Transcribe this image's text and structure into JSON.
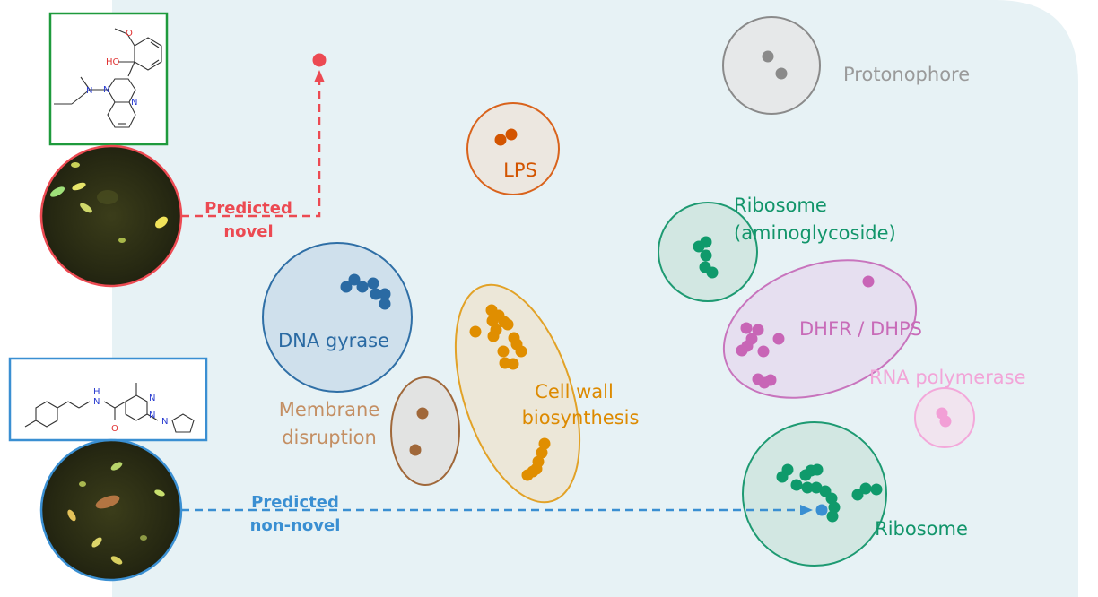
{
  "clusters": [
    {
      "id": "protonophore",
      "label": "Protonophore",
      "color": "#8a8a8a",
      "fill": "#e6e8e9",
      "stroke": "#8a8a8a",
      "label_color": "#9a9a9a"
    },
    {
      "id": "lps",
      "label": "LPS",
      "color": "#d35400",
      "fill": "#ece7e0",
      "stroke": "#d9631c",
      "label_color": "#d35400"
    },
    {
      "id": "ribosome-aminoglycoside",
      "label_lines": [
        "Ribosome",
        "(aminoglycoside)"
      ],
      "color": "#0f9a6b",
      "fill": "#d2e7e2",
      "stroke": "#1e9a72",
      "label_color": "#12956a"
    },
    {
      "id": "dna-gyrase",
      "label": "DNA gyrase",
      "color": "#2a6aa3",
      "fill": "#cfe0ec",
      "stroke": "#2f6fa6",
      "label_color": "#2a6aa3"
    },
    {
      "id": "cell-wall-biosynthesis",
      "label_lines": [
        "Cell wall",
        "biosynthesis"
      ],
      "color": "#e08e00",
      "fill": "#ece7d8",
      "stroke": "#e2a227",
      "label_color": "#dd8a00"
    },
    {
      "id": "membrane-disruption",
      "label_lines": [
        "Membrane",
        "disruption"
      ],
      "color": "#a0683a",
      "fill": "#e2e3e2",
      "stroke": "#a0683a",
      "label_color": "#c48f63"
    },
    {
      "id": "dhfr-dhps",
      "label": "DHFR / DHPS",
      "color": "#c865b6",
      "fill": "#e6dff0",
      "stroke": "#c874bd",
      "label_color": "#c86bb8"
    },
    {
      "id": "rna-polymerase",
      "label": "RNA polymerase",
      "color": "#f29fd6",
      "fill": "#f1e4ef",
      "stroke": "#f3a8da",
      "label_color": "#f2a5d8"
    },
    {
      "id": "ribosome",
      "label": "Ribosome",
      "color": "#0f9a6b",
      "fill": "#d2e7e2",
      "stroke": "#1e9a72",
      "label_color": "#12956a"
    }
  ],
  "predictions": {
    "novel": {
      "label_lines": [
        "Predicted",
        "novel"
      ],
      "color": "#ec4a52"
    },
    "non_novel": {
      "label_lines": [
        "Predicted",
        "non-novel"
      ],
      "color": "#3a8fd2"
    }
  },
  "molecules": {
    "top": {
      "atom_labels": [
        "O",
        "HO",
        "N",
        "N",
        "N"
      ],
      "frame_color": "#1e9a3c"
    },
    "bottom": {
      "atom_labels": [
        "N",
        "H",
        "O",
        "N",
        "N",
        "N"
      ],
      "frame_color": "#3a8fd2"
    }
  },
  "colors": {
    "panel_background": "#e7f2f5"
  }
}
